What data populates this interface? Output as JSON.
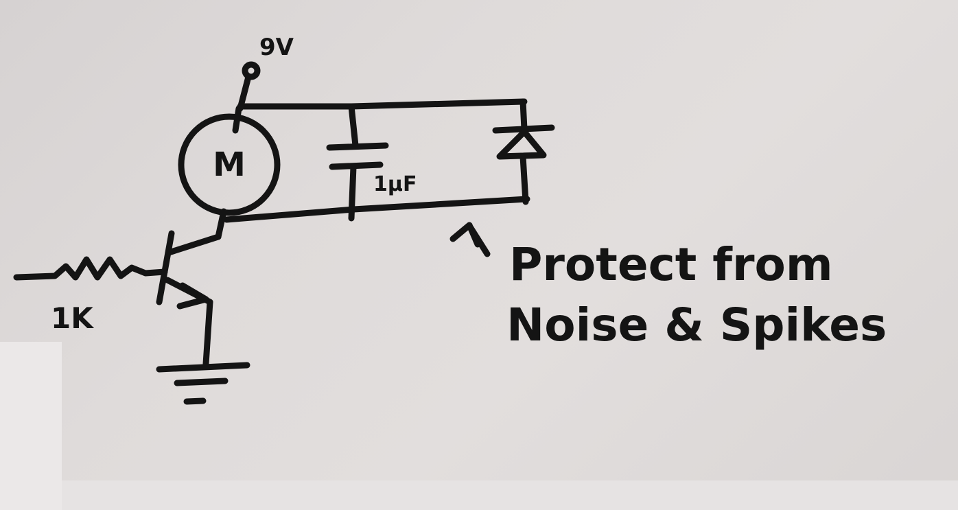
{
  "diagram": {
    "supply_label": "9V",
    "motor_label": "M",
    "capacitor_label": "1µF",
    "resistor_label": "1K",
    "annotation_line1": "Protect from",
    "annotation_line2": "Noise & Spikes"
  },
  "colors": {
    "ink": "#141414",
    "paper": "#dcd8d7"
  }
}
